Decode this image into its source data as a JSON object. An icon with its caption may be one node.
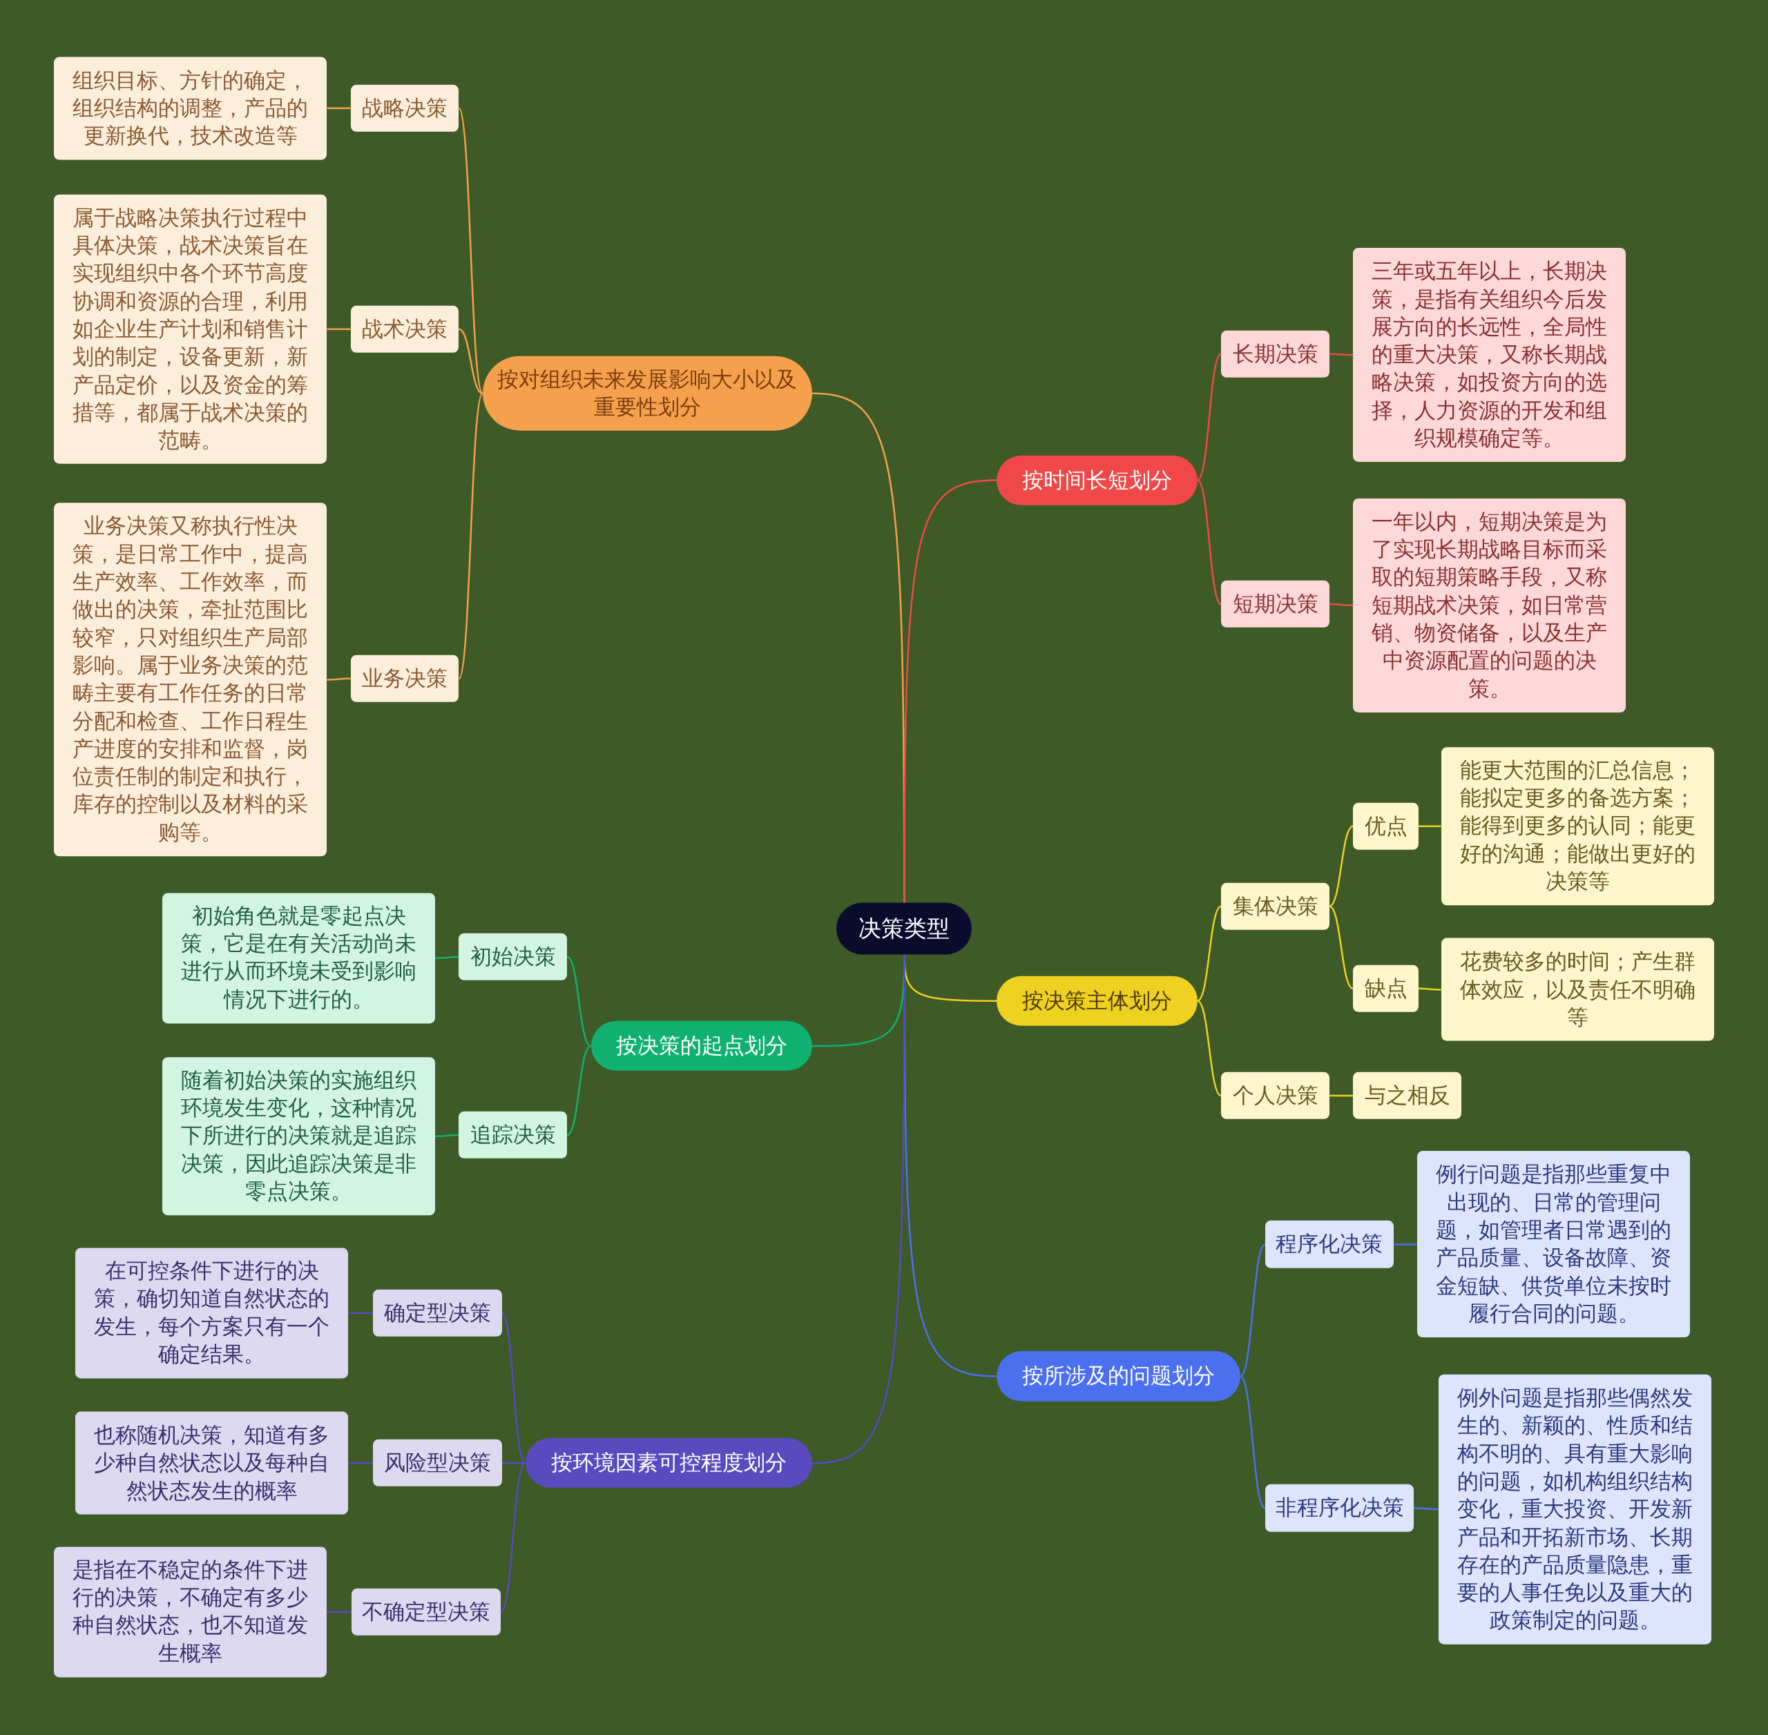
{
  "diagram": {
    "nodes": [
      {
        "text": [
          "决策类型"
        ]
      },
      {
        "text": [
          "按对组织未来发展影响大小以及重要性划分"
        ]
      },
      {
        "text": [
          "战略决策"
        ]
      },
      {
        "text": [
          "组织目标、方针的确定，组织结构的调整，产品的更新换代，技术改造等"
        ]
      },
      {
        "text": [
          "战术决策"
        ]
      },
      {
        "text": [
          "属于战略决策执行过程中具体决策，战术决策旨在实现组织中各个环节高度协调和资源的合理，利用如企业生产计划和销售计划的制定，设备更新，新产品定价，以及资金的筹措等，都属于战术决策的范畴。"
        ]
      },
      {
        "text": [
          "业务决策"
        ]
      },
      {
        "text": [
          "业务决策又称执行性决策，是日常工作中，提高生产效率、工作效率，而做出的决策，牵扯范围比较窄，只对组织生产局部影响。属于业务决策的范畴主要有工作任务的日常分配和检查、工作日程生产进度的安排和监督，岗位责任制的制定和执行，库存的控制以及材料的采购等。"
        ]
      },
      {
        "text": [
          "按时间长短划分"
        ]
      },
      {
        "text": [
          "长期决策"
        ]
      },
      {
        "text": [
          "三年或五年以上，长期决策，是指有关组织今后发展方向的长远性，全局性的重大决策，又称长期战略决策，如投资方向的选择，人力资源的开发和组织规模确定等。"
        ]
      },
      {
        "text": [
          "短期决策"
        ]
      },
      {
        "text": [
          "一年以内，短期决策是为了实现长期战略目标而采取的短期策略手段，又称短期战术决策，如日常营销、物资储备，以及生产中资源配置的问题的决策。"
        ]
      },
      {
        "text": [
          "按决策主体划分"
        ]
      },
      {
        "text": [
          "集体决策"
        ]
      },
      {
        "text": [
          "优点"
        ]
      },
      {
        "text": [
          "能更大范围的汇总信息；能拟定更多的备选方案；能得到更多的认同；能更好的沟通；能做出更好的决策等"
        ]
      },
      {
        "text": [
          "缺点"
        ]
      },
      {
        "text": [
          "花费较多的时间；产生群体效应，以及责任不明确等"
        ]
      },
      {
        "text": [
          "个人决策"
        ]
      },
      {
        "text": [
          "与之相反"
        ]
      },
      {
        "text": [
          "按决策的起点划分"
        ]
      },
      {
        "text": [
          "初始决策"
        ]
      },
      {
        "text": [
          "初始角色就是零起点决策，它是在有关活动尚未进行从而环境未受到影响情况下进行的。"
        ]
      },
      {
        "text": [
          "追踪决策"
        ]
      },
      {
        "text": [
          "随着初始决策的实施组织环境发生变化，这种情况下所进行的决策就是追踪决策，因此追踪决策是非零点决策。"
        ]
      },
      {
        "text": [
          "按所涉及的问题划分"
        ]
      },
      {
        "text": [
          "程序化决策"
        ]
      },
      {
        "text": [
          "例行问题是指那些重复中出现的、日常的管理问题，如管理者日常遇到的产品质量、设备故障、资金短缺、供货单位未按时履行合同的问题。"
        ]
      },
      {
        "text": [
          "非程序化决策"
        ]
      },
      {
        "text": [
          "例外问题是指那些偶然发生的、新颖的、性质和结构不明的、具有重大影响的问题，如机构组织结构变化，重大投资、开发新产品和开拓新市场、长期存在的产品质量隐患，重要的人事任免以及重大的政策制定的问题。"
        ]
      },
      {
        "text": [
          "按环境因素可控程度划分"
        ]
      },
      {
        "text": [
          "确定型决策"
        ]
      },
      {
        "text": [
          "在可控条件下进行的决策，确切知道自然状态的发生，每个方案只有一个确定结果。"
        ]
      },
      {
        "text": [
          "风险型决策"
        ]
      },
      {
        "text": [
          "也称随机决策，知道有多少种自然状态以及每种自然状态发生的概率"
        ]
      },
      {
        "text": [
          "不确定型决策"
        ]
      },
      {
        "text": [
          "是指在不稳定的条件下进行的决策，不确定有多少种自然状态，也不知道发生概率"
        ]
      }
    ],
    "edges": [
      {
        "from": 0,
        "to": 1,
        "arrow": "none",
        "color": "#f5a04a"
      },
      {
        "from": 1,
        "to": 2,
        "arrow": "none",
        "color": "#f5a04a"
      },
      {
        "from": 2,
        "to": 3,
        "arrow": "none",
        "color": "#f5a04a"
      },
      {
        "from": 1,
        "to": 4,
        "arrow": "none",
        "color": "#f5a04a"
      },
      {
        "from": 4,
        "to": 5,
        "arrow": "none",
        "color": "#f5a04a"
      },
      {
        "from": 1,
        "to": 6,
        "arrow": "none",
        "color": "#f5a04a"
      },
      {
        "from": 6,
        "to": 7,
        "arrow": "none",
        "color": "#f5a04a"
      },
      {
        "from": 0,
        "to": 8,
        "arrow": "none",
        "color": "#f04848"
      },
      {
        "from": 8,
        "to": 9,
        "arrow": "none",
        "color": "#f04848"
      },
      {
        "from": 9,
        "to": 10,
        "arrow": "none",
        "color": "#f04848"
      },
      {
        "from": 8,
        "to": 11,
        "arrow": "none",
        "color": "#f04848"
      },
      {
        "from": 11,
        "to": 12,
        "arrow": "none",
        "color": "#f04848"
      },
      {
        "from": 0,
        "to": 13,
        "arrow": "none",
        "color": "#f0d020"
      },
      {
        "from": 13,
        "to": 14,
        "arrow": "none",
        "color": "#f0d020"
      },
      {
        "from": 14,
        "to": 15,
        "arrow": "none",
        "color": "#f0d020"
      },
      {
        "from": 15,
        "to": 16,
        "arrow": "none",
        "color": "#f0d020"
      },
      {
        "from": 14,
        "to": 17,
        "arrow": "none",
        "color": "#f0d020"
      },
      {
        "from": 17,
        "to": 18,
        "arrow": "none",
        "color": "#f0d020"
      },
      {
        "from": 13,
        "to": 19,
        "arrow": "none",
        "color": "#f0d020"
      },
      {
        "from": 19,
        "to": 20,
        "arrow": "none",
        "color": "#f0d020"
      },
      {
        "from": 0,
        "to": 21,
        "arrow": "none",
        "color": "#10b070"
      },
      {
        "from": 21,
        "to": 22,
        "arrow": "none",
        "color": "#10b070"
      },
      {
        "from": 22,
        "to": 23,
        "arrow": "none",
        "color": "#10b070"
      },
      {
        "from": 21,
        "to": 24,
        "arrow": "none",
        "color": "#10b070"
      },
      {
        "from": 24,
        "to": 25,
        "arrow": "none",
        "color": "#10b070"
      },
      {
        "from": 0,
        "to": 26,
        "arrow": "none",
        "color": "#4a70f0"
      },
      {
        "from": 26,
        "to": 27,
        "arrow": "none",
        "color": "#4a70f0"
      },
      {
        "from": 27,
        "to": 28,
        "arrow": "none",
        "color": "#4a70f0"
      },
      {
        "from": 26,
        "to": 29,
        "arrow": "none",
        "color": "#4a70f0"
      },
      {
        "from": 29,
        "to": 30,
        "arrow": "none",
        "color": "#4a70f0"
      },
      {
        "from": 0,
        "to": 31,
        "arrow": "none",
        "color": "#5a4ac0"
      },
      {
        "from": 31,
        "to": 32,
        "arrow": "none",
        "color": "#5a4ac0"
      },
      {
        "from": 32,
        "to": 33,
        "arrow": "none",
        "color": "#5a4ac0"
      },
      {
        "from": 31,
        "to": 34,
        "arrow": "none",
        "color": "#5a4ac0"
      },
      {
        "from": 34,
        "to": 35,
        "arrow": "none",
        "color": "#5a4ac0"
      },
      {
        "from": 31,
        "to": 36,
        "arrow": "none",
        "color": "#5a4ac0"
      },
      {
        "from": 36,
        "to": 37,
        "arrow": "none",
        "color": "#5a4ac0"
      }
    ]
  }
}
